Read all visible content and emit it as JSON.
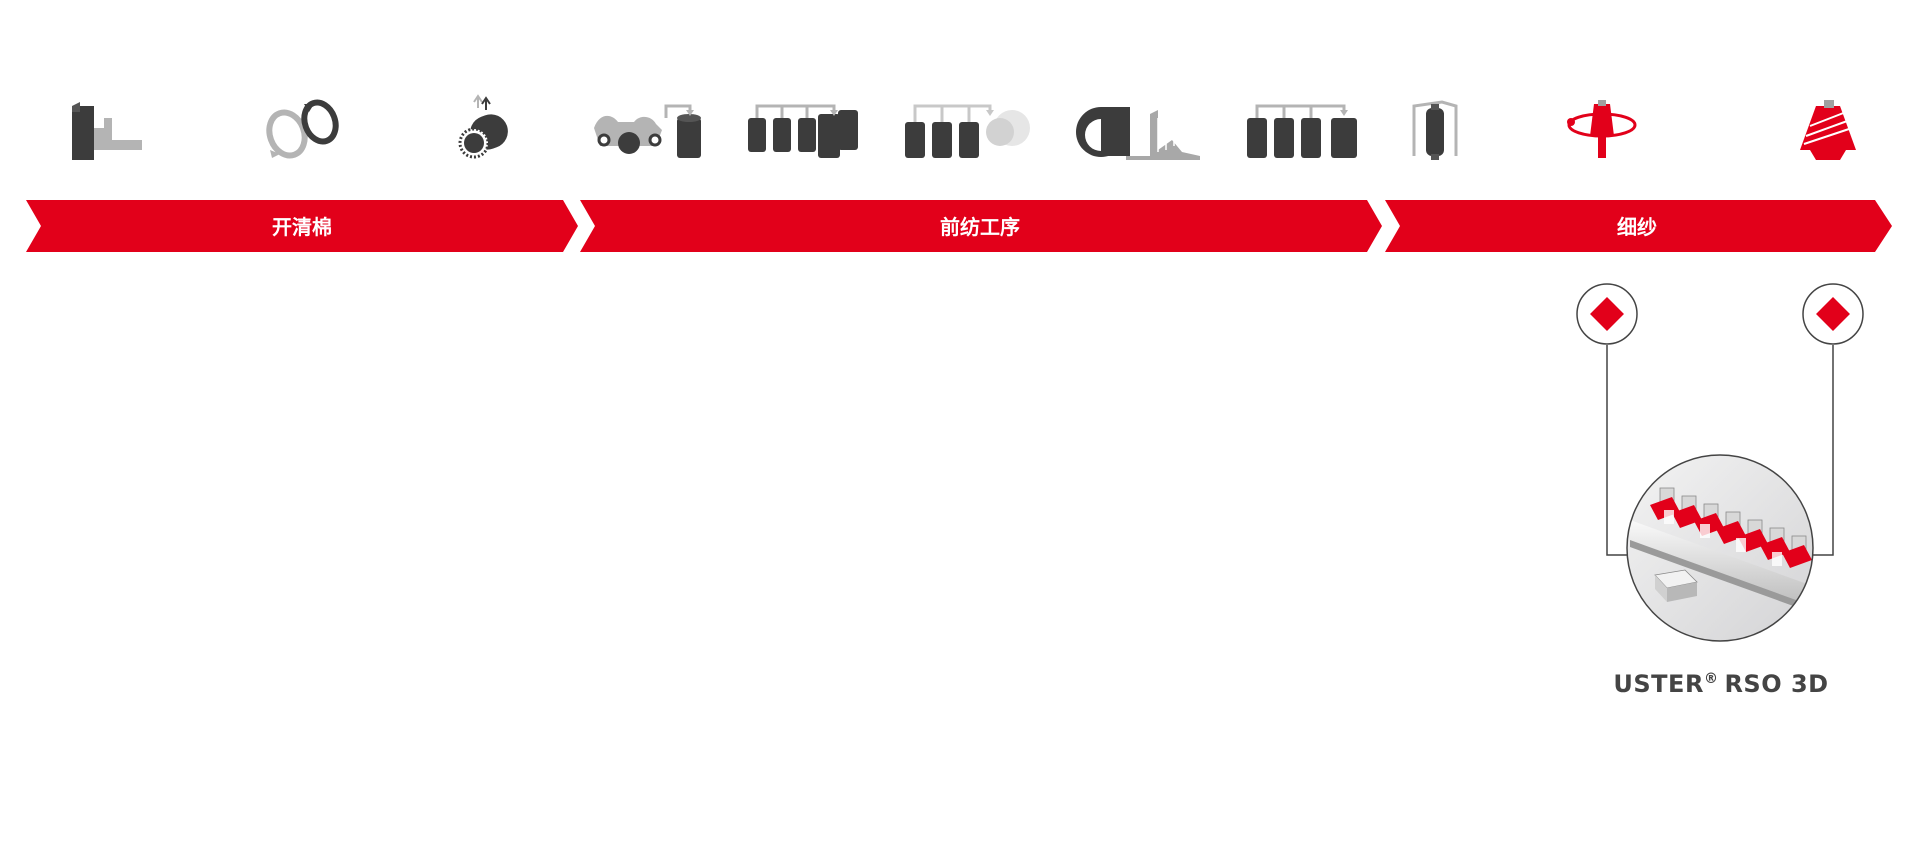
{
  "colors": {
    "accent": "#e2001a",
    "icon_dark": "#3c3c3c",
    "icon_light": "#b4b4b4",
    "connector": "#444444"
  },
  "process_stages": [
    {
      "label": "开清棉"
    },
    {
      "label": "前纺工序"
    },
    {
      "label": "细纱"
    }
  ],
  "machine_icons": [
    {
      "name": "bale-opener-icon",
      "color": "dark"
    },
    {
      "name": "blending-rings-icon",
      "color": "light"
    },
    {
      "name": "cleaner-drum-icon",
      "color": "dark"
    },
    {
      "name": "carding-machine-icon",
      "color": "dark"
    },
    {
      "name": "draw-frame-icon",
      "color": "dark"
    },
    {
      "name": "lap-former-icon",
      "color": "dark"
    },
    {
      "name": "comber-icon",
      "color": "dark"
    },
    {
      "name": "finisher-draw-frame-icon",
      "color": "dark"
    },
    {
      "name": "roving-bobbin-icon",
      "color": "dark"
    },
    {
      "name": "ring-spindle-icon",
      "color": "accent"
    },
    {
      "name": "yarn-cop-icon",
      "color": "accent"
    }
  ],
  "sensor_markers": [
    {
      "name": "ring-spindle-sensor-marker"
    },
    {
      "name": "yarn-cop-sensor-marker"
    }
  ],
  "product": {
    "name": "USTER",
    "registered": "®",
    "model": "RSO 3D",
    "image": "rso-3d-product-photo"
  }
}
